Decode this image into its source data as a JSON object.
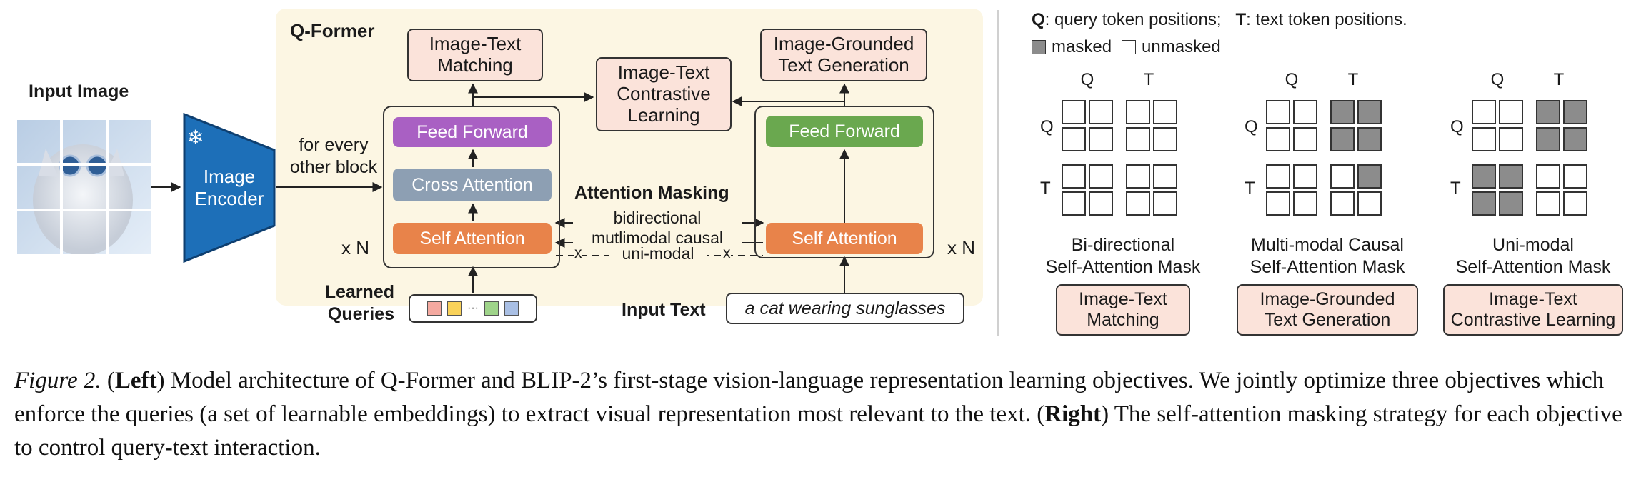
{
  "left": {
    "panel_title": "Q-Former",
    "input_image_label": "Input Image",
    "encoder_label_1": "Image",
    "encoder_label_2": "Encoder",
    "snowflake_icon": "snowflake-icon",
    "every_block_1": "for every",
    "every_block_2": "other block",
    "xn_left": "x N",
    "xn_right": "x N",
    "learned_queries_1": "Learned",
    "learned_queries_2": "Queries",
    "query_colors": [
      "#f4a9a0",
      "#f9d25a",
      "#9fd48a",
      "#a9bfe4"
    ],
    "query_ellipsis": "···",
    "input_text_label": "Input Text",
    "input_text_value": "a cat wearing sunglasses",
    "feed_forward_left": "Feed Forward",
    "cross_attention": "Cross Attention",
    "self_attention_left": "Self Attention",
    "feed_forward_right": "Feed Forward",
    "self_attention_right": "Self Attention",
    "objective_itm_1": "Image-Text",
    "objective_itm_2": "Matching",
    "objective_itc_1": "Image-Text",
    "objective_itc_2": "Contrastive",
    "objective_itc_3": "Learning",
    "objective_itg_1": "Image-Grounded",
    "objective_itg_2": "Text Generation",
    "attention_masking": "Attention Masking",
    "mask_bidirectional": "bidirectional",
    "mask_multimodal": "mutlimodal causal",
    "mask_unimodal": "uni-modal",
    "colors": {
      "feed_forward_left": "#a960c3",
      "cross_attention": "#8d9fb3",
      "self_attention": "#e8834a",
      "feed_forward_right": "#6aa84f",
      "encoder": "#1d6fb8",
      "panel": "#fcf6e3",
      "objective": "#fbe3da"
    }
  },
  "right": {
    "legend_q_key": "Q",
    "legend_q_text": ": query token positions;",
    "legend_t_key": "T",
    "legend_t_text": ": text token positions.",
    "legend_masked": "masked",
    "legend_unmasked": "unmasked",
    "masks": [
      {
        "col_q": "Q",
        "col_t": "T",
        "row_q": "Q",
        "row_t": "T",
        "title_1": "Bi-directional",
        "title_2": "Self-Attention Mask",
        "objective_1": "Image-Text",
        "objective_2": "Matching",
        "grid": [
          [
            0,
            0,
            0,
            0
          ],
          [
            0,
            0,
            0,
            0
          ],
          [
            0,
            0,
            0,
            0
          ],
          [
            0,
            0,
            0,
            0
          ]
        ]
      },
      {
        "col_q": "Q",
        "col_t": "T",
        "row_q": "Q",
        "row_t": "T",
        "title_1": "Multi-modal Causal",
        "title_2": "Self-Attention Mask",
        "objective_1": "Image-Grounded",
        "objective_2": "Text Generation",
        "grid": [
          [
            0,
            0,
            1,
            1
          ],
          [
            0,
            0,
            1,
            1
          ],
          [
            0,
            0,
            0,
            1
          ],
          [
            0,
            0,
            0,
            0
          ]
        ]
      },
      {
        "col_q": "Q",
        "col_t": "T",
        "row_q": "Q",
        "row_t": "T",
        "title_1": "Uni-modal",
        "title_2": "Self-Attention Mask",
        "objective_1": "Image-Text",
        "objective_2": "Contrastive Learning",
        "grid": [
          [
            0,
            0,
            1,
            1
          ],
          [
            0,
            0,
            1,
            1
          ],
          [
            1,
            1,
            0,
            0
          ],
          [
            1,
            1,
            0,
            0
          ]
        ]
      }
    ],
    "masked_color": "#8c8c8c"
  },
  "caption": {
    "fig_label": "Figure 2.",
    "left_word": "Left",
    "part1": ") Model architecture of Q-Former and BLIP-2’s first-stage vision-language representation learning objectives. We jointly optimize three objectives which enforce the queries (a set of learnable embeddings) to extract visual representation most relevant to the text. (",
    "right_word": "Right",
    "part2": ") The self-attention masking strategy for each objective to control query-text interaction."
  }
}
